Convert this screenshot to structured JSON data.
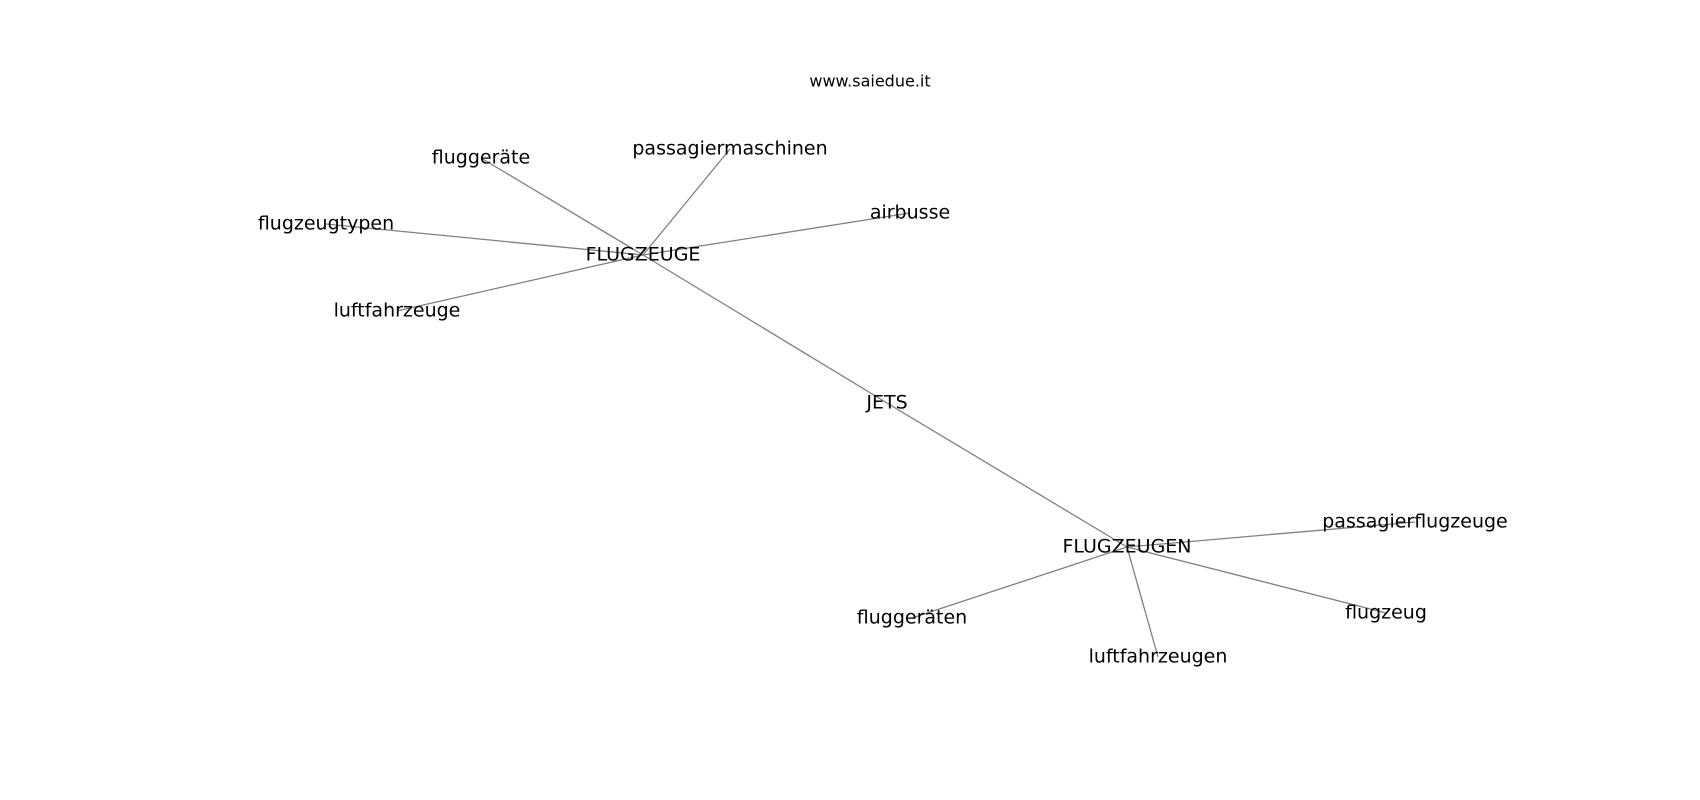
{
  "watermark": "www.saiedue.it",
  "graph": {
    "nodes": [
      {
        "id": "jets",
        "label": "JETS"
      },
      {
        "id": "flugzeuge",
        "label": "FLUGZEUGE"
      },
      {
        "id": "flugzeugen",
        "label": "FLUGZEUGEN"
      },
      {
        "id": "fluggeraete",
        "label": "fluggeräte"
      },
      {
        "id": "passagiermaschinen",
        "label": "passagiermaschinen"
      },
      {
        "id": "airbusse",
        "label": "airbusse"
      },
      {
        "id": "flugzeugtypen",
        "label": "flugzeugtypen"
      },
      {
        "id": "luftfahrzeuge",
        "label": "luftfahrzeuge"
      },
      {
        "id": "passagierflugzeuge",
        "label": "passagierflugzeuge"
      },
      {
        "id": "flugzeug",
        "label": "flugzeug"
      },
      {
        "id": "fluggeraeten",
        "label": "fluggeräten"
      },
      {
        "id": "luftfahrzeugen",
        "label": "luftfahrzeugen"
      }
    ],
    "edges": [
      [
        "flugzeuge",
        "jets"
      ],
      [
        "jets",
        "flugzeugen"
      ],
      [
        "flugzeuge",
        "fluggeraete"
      ],
      [
        "flugzeuge",
        "passagiermaschinen"
      ],
      [
        "flugzeuge",
        "airbusse"
      ],
      [
        "flugzeuge",
        "flugzeugtypen"
      ],
      [
        "flugzeuge",
        "luftfahrzeuge"
      ],
      [
        "flugzeugen",
        "passagierflugzeuge"
      ],
      [
        "flugzeugen",
        "flugzeug"
      ],
      [
        "flugzeugen",
        "fluggeraeten"
      ],
      [
        "flugzeugen",
        "luftfahrzeugen"
      ]
    ]
  }
}
